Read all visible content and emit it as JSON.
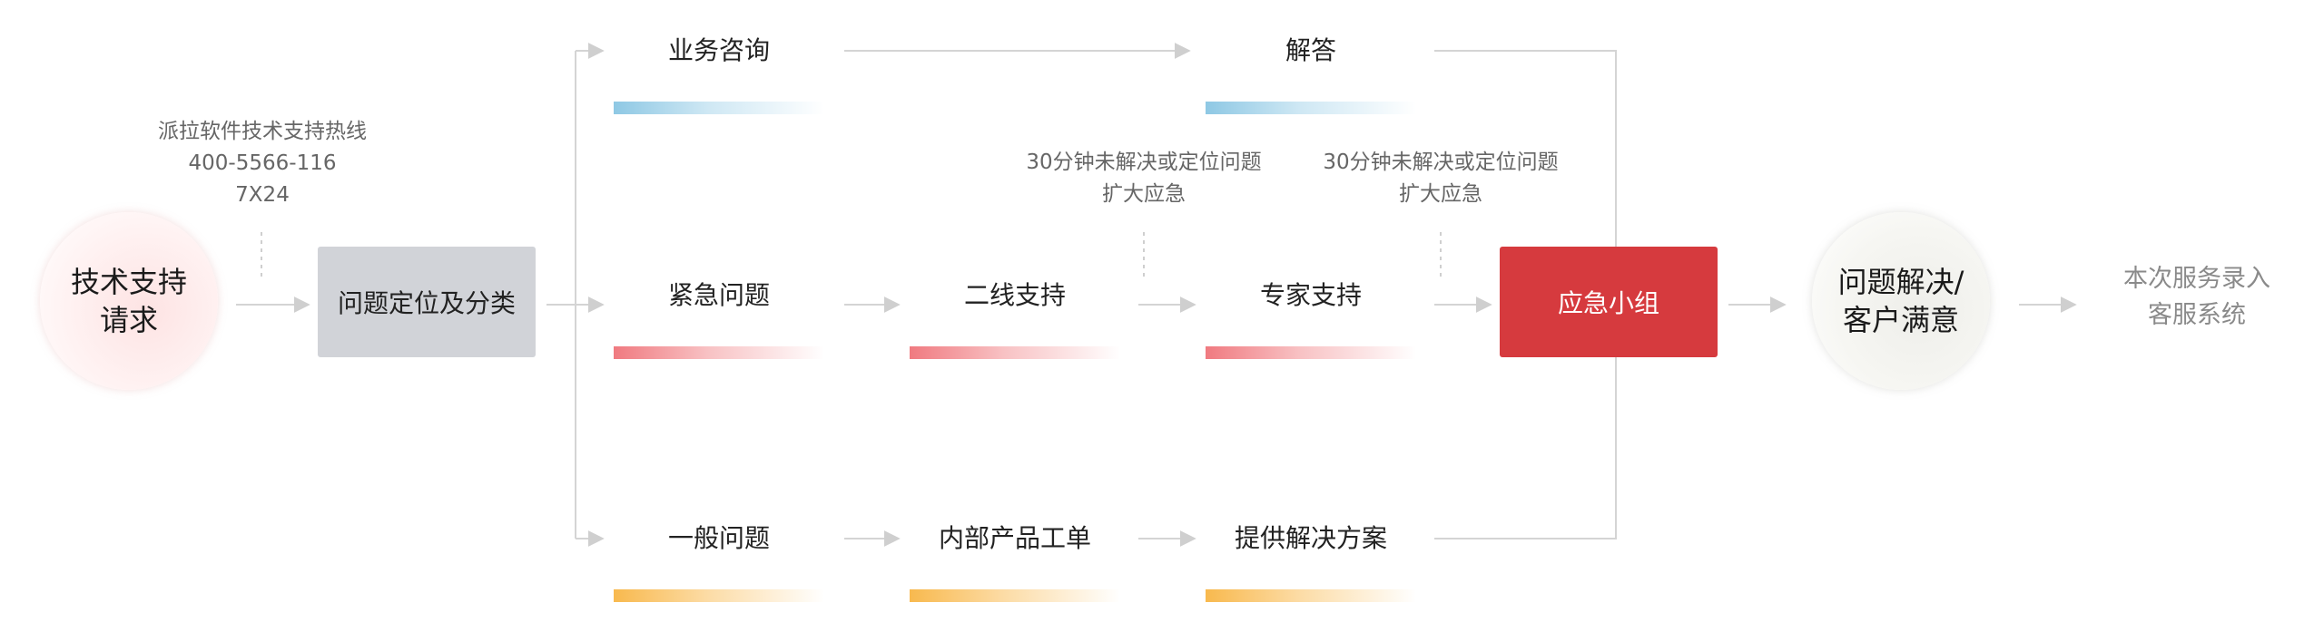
{
  "start": {
    "label": "技术支持\n请求"
  },
  "hotline": {
    "text": "派拉软件技术支持热线\n400-5566-116\n7X24"
  },
  "classify": {
    "label": "问题定位及分类"
  },
  "branches": {
    "business": {
      "label": "业务咨询",
      "color": "#8ec8e4"
    },
    "urgent": {
      "label": "紧急问题",
      "color": "#f07a80"
    },
    "general": {
      "label": "一般问题",
      "color": "#f8b94e"
    }
  },
  "answer": {
    "label": "解答"
  },
  "second_line": {
    "label": "二线支持"
  },
  "expert": {
    "label": "专家支持"
  },
  "internal_ticket": {
    "label": "内部产品工单"
  },
  "solution": {
    "label": "提供解决方案"
  },
  "escalation_notes": [
    {
      "text": "30分钟未解决或定位问题\n扩大应急"
    },
    {
      "text": "30分钟未解决或定位问题\n扩大应急"
    }
  ],
  "emergency_team": {
    "label": "应急小组",
    "color": "#d63a3e"
  },
  "end": {
    "label": "问题解决/\n客户满意"
  },
  "final": {
    "label": "本次服务录入\n客服系统"
  }
}
